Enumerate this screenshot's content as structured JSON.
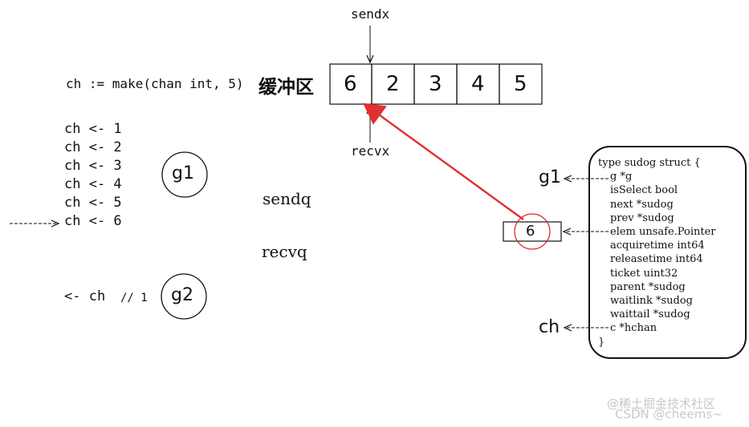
{
  "make_stmt": "ch := make(chan int, 5)",
  "send_lines": [
    "ch <- 1",
    "ch <- 2",
    "ch <- 3",
    "ch <- 4",
    "ch <- 5",
    "ch <- 6"
  ],
  "recv_line": "<- ch",
  "recv_comment": "// 1",
  "goroutines": {
    "g1": "g1",
    "g2": "g2"
  },
  "buffer": {
    "title": "缓冲区",
    "cells": [
      "6",
      "2",
      "3",
      "4",
      "5"
    ],
    "sendx_label": "sendx",
    "recvx_label": "recvx"
  },
  "queues": {
    "sendq": "sendq",
    "recvq": "recvq"
  },
  "sudog": {
    "header": "type sudog struct {",
    "fields": [
      "g *g",
      "isSelect bool",
      "next   *sudog",
      "prev   *sudog",
      "elem   unsafe.Pointer",
      "acquiretime int64",
      "releasetime int64",
      "ticket   uint32",
      "parent   *sudog",
      "waitlink  *sudog",
      "waittail  *sudog",
      "c        *hchan"
    ],
    "footer": "}",
    "g_pointer_label": "g1",
    "ch_pointer_label": "ch",
    "elem_value": "6"
  },
  "watermark": {
    "line1": "@稀土掘金技术社区",
    "line2": "CSDN @cheems~"
  },
  "colors": {
    "ink": "#111111",
    "highlight": "#e03030",
    "watermark": "#c8c8c8"
  }
}
